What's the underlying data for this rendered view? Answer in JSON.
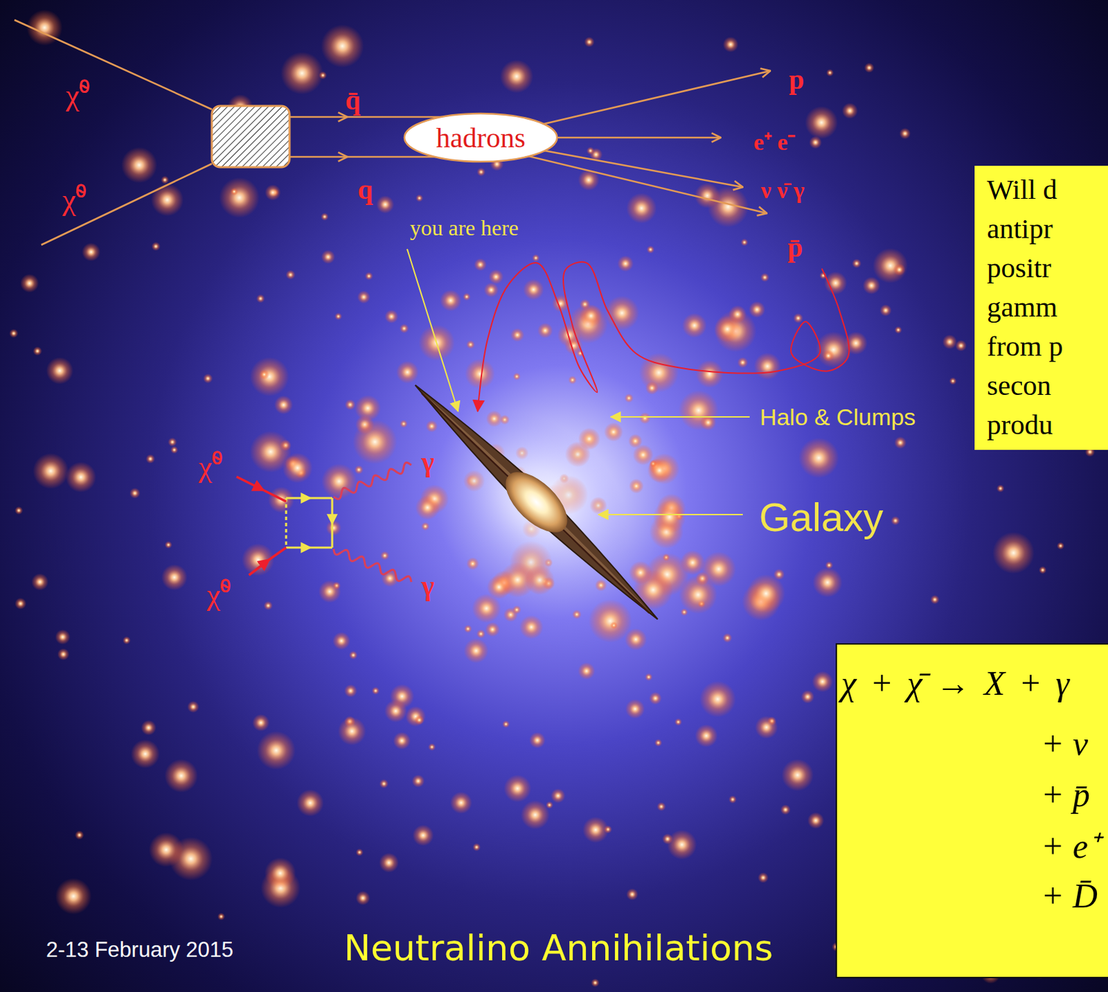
{
  "diagram": {
    "title": "Neutralino Annihilations",
    "nodes": [
      {
        "text": [
          "hadrons"
        ]
      },
      {
        "text": [
          "Will d antipr positr gamm from p secon produ"
        ]
      },
      {
        "text": [
          "χ + χ̄ → X + γ",
          "+ ν",
          "+ p̄",
          "+ e⁺",
          "+ D̄"
        ]
      }
    ],
    "labels": [
      "χ̃⁰",
      "χ̃⁰",
      "q̄",
      "q",
      "p",
      "e⁺ e⁻",
      "ν ν̄ γ",
      "p̄",
      "you are here",
      "Halo & Clumps",
      "Galaxy",
      "χ̃⁰",
      "γ",
      "γ",
      "χ̃⁰",
      "2-13 February 2015"
    ]
  }
}
